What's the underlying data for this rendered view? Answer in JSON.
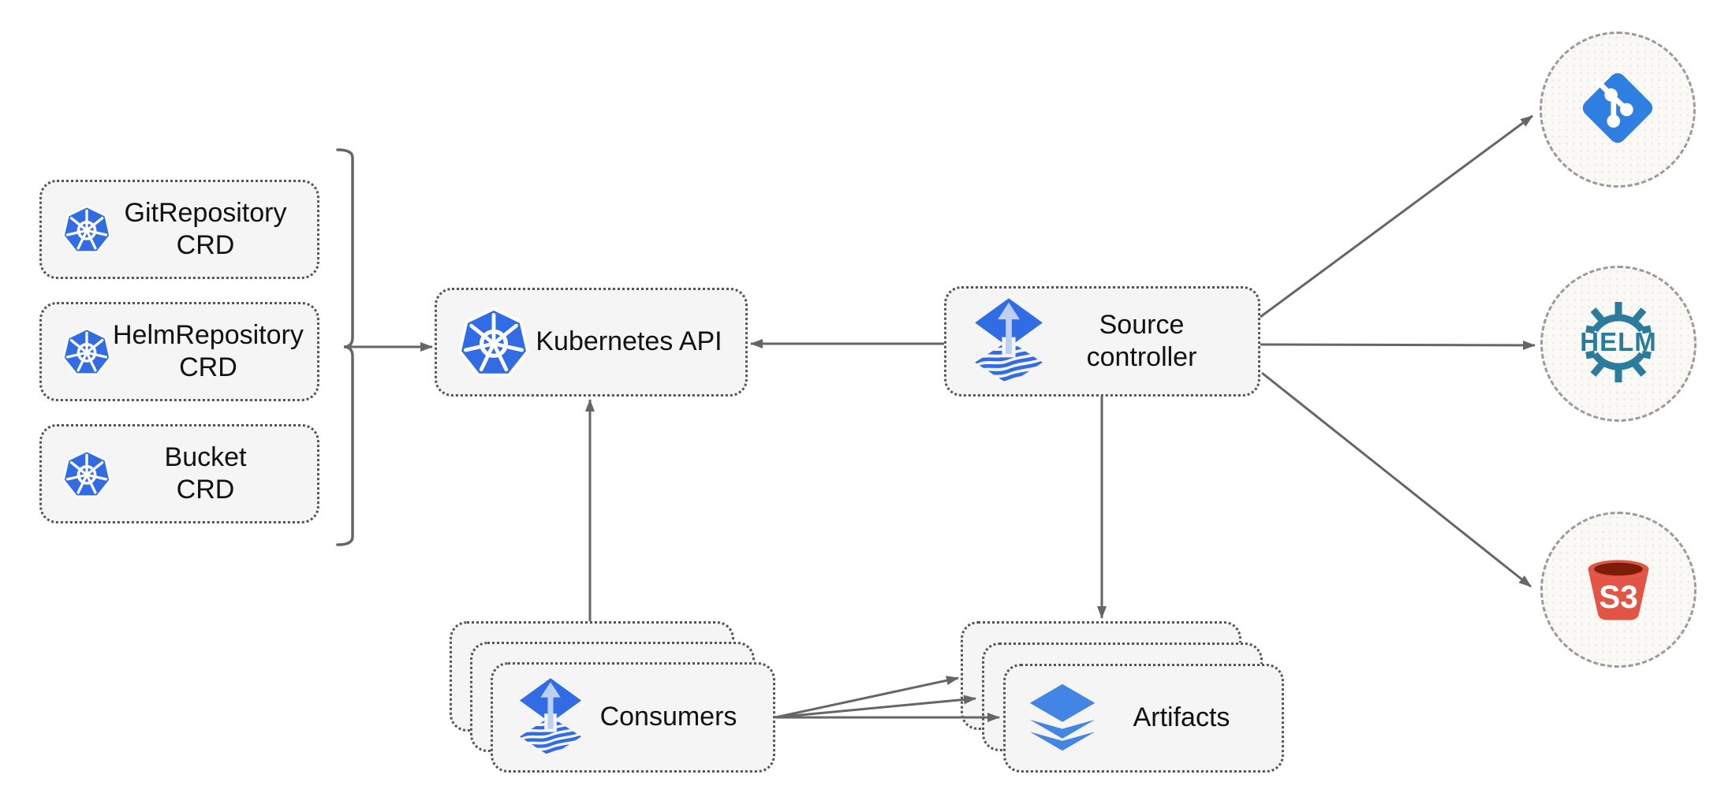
{
  "nodes": {
    "crd_boxes": [
      {
        "line1": "GitRepository",
        "line2": "CRD"
      },
      {
        "line1": "HelmRepository",
        "line2": "CRD"
      },
      {
        "line1": "Bucket",
        "line2": "CRD"
      }
    ],
    "kubernetes_api": {
      "label": "Kubernetes API"
    },
    "source_controller": {
      "line1": "Source",
      "line2": "controller"
    },
    "consumers": {
      "label": "Consumers"
    },
    "artifacts": {
      "label": "Artifacts"
    },
    "helm_circle": {
      "label": "HELM"
    },
    "s3_circle": {
      "label": "S3"
    }
  },
  "icons": {
    "kubernetes": "blue-heptagon-ship-wheel",
    "flux": "blue-diamond-up-arrow-over-wavy-diamond",
    "git": "blue-rotated-square-branch-glyph",
    "helm": "teal-ship-wheel-with-HELM-text",
    "s3": "red-bucket-with-S3-text",
    "artifacts": "blue-stacked-layers"
  },
  "colors": {
    "kubernetes_blue": "#326CE5",
    "flux_blue": "#316CE4",
    "flux_arrow_light": "#BCD0F4",
    "git_blue": "#2F7FE2",
    "helm_teal": "#2B7B9C",
    "s3_red": "#E25444",
    "s3_dark": "#7B1D09",
    "layers_blue": "#4285E4",
    "node_fill": "#F5F5F5",
    "node_border": "#555555",
    "circle_fill": "#FAF9F5",
    "circle_border": "#9B9B9B",
    "arrow_gray": "#666666",
    "text_color": "#111111",
    "background": "#FFFFFF"
  }
}
